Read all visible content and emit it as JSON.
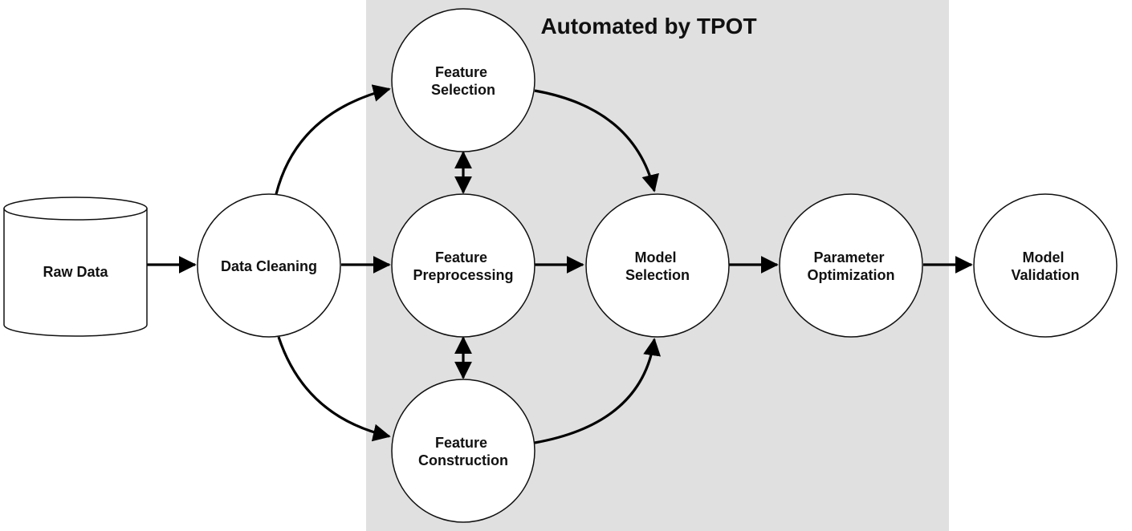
{
  "diagram": {
    "title": "Automated by TPOT",
    "colors": {
      "automation_region": "#e0e0e0",
      "node_fill": "#ffffff",
      "stroke": "#111111"
    },
    "nodes": {
      "raw_data": {
        "lines": [
          "Raw Data"
        ],
        "shape": "cylinder"
      },
      "data_cleaning": {
        "lines": [
          "Data Cleaning"
        ],
        "shape": "circle"
      },
      "feature_selection": {
        "lines": [
          "Feature",
          "Selection"
        ],
        "shape": "circle"
      },
      "feature_preprocessing": {
        "lines": [
          "Feature",
          "Preprocessing"
        ],
        "shape": "circle"
      },
      "feature_construction": {
        "lines": [
          "Feature",
          "Construction"
        ],
        "shape": "circle"
      },
      "model_selection": {
        "lines": [
          "Model",
          "Selection"
        ],
        "shape": "circle"
      },
      "parameter_optimization": {
        "lines": [
          "Parameter",
          "Optimization"
        ],
        "shape": "circle"
      },
      "model_validation": {
        "lines": [
          "Model",
          "Validation"
        ],
        "shape": "circle"
      }
    },
    "edges": [
      {
        "from": "raw_data",
        "to": "data_cleaning",
        "direction": "forward"
      },
      {
        "from": "data_cleaning",
        "to": "feature_selection",
        "direction": "forward"
      },
      {
        "from": "data_cleaning",
        "to": "feature_preprocessing",
        "direction": "forward"
      },
      {
        "from": "data_cleaning",
        "to": "feature_construction",
        "direction": "forward"
      },
      {
        "from": "feature_selection",
        "to": "feature_preprocessing",
        "direction": "both"
      },
      {
        "from": "feature_preprocessing",
        "to": "feature_construction",
        "direction": "both"
      },
      {
        "from": "feature_selection",
        "to": "model_selection",
        "direction": "forward"
      },
      {
        "from": "feature_preprocessing",
        "to": "model_selection",
        "direction": "forward"
      },
      {
        "from": "feature_construction",
        "to": "model_selection",
        "direction": "forward"
      },
      {
        "from": "model_selection",
        "to": "parameter_optimization",
        "direction": "forward"
      },
      {
        "from": "parameter_optimization",
        "to": "model_validation",
        "direction": "forward"
      }
    ]
  }
}
